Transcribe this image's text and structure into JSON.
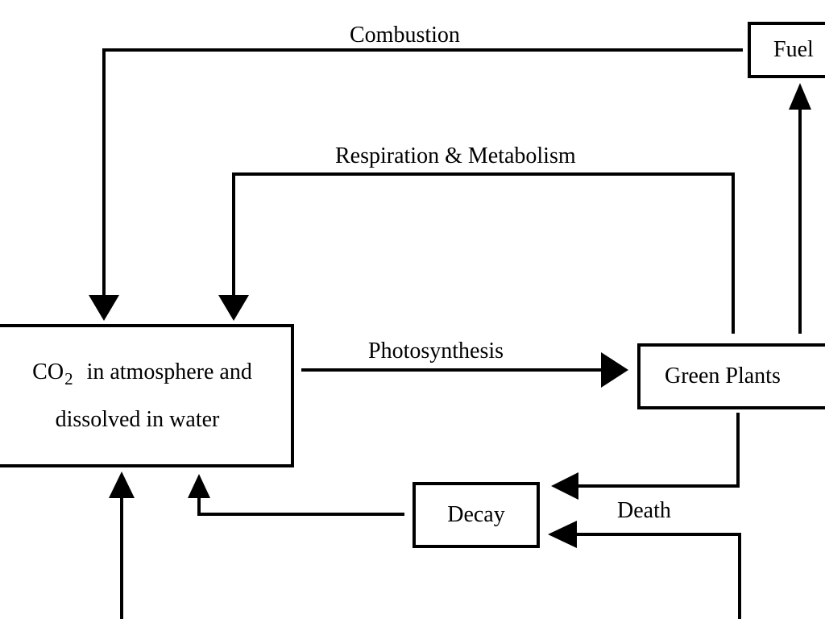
{
  "nodes": {
    "fuel": {
      "label": "Fuel"
    },
    "co2": {
      "line1_prefix": "CO",
      "line1_subscript": "2",
      "line1_suffix": "in atmosphere and",
      "line2": "dissolved in water"
    },
    "green_plants": {
      "label": "Green Plants"
    },
    "decay": {
      "label": "Decay"
    }
  },
  "edges": {
    "combustion": {
      "label": "Combustion"
    },
    "respiration": {
      "label": "Respiration & Metabolism"
    },
    "photosynthesis": {
      "label": "Photosynthesis"
    },
    "death": {
      "label": "Death"
    }
  },
  "colors": {
    "stroke": "#000000",
    "background": "#ffffff"
  }
}
